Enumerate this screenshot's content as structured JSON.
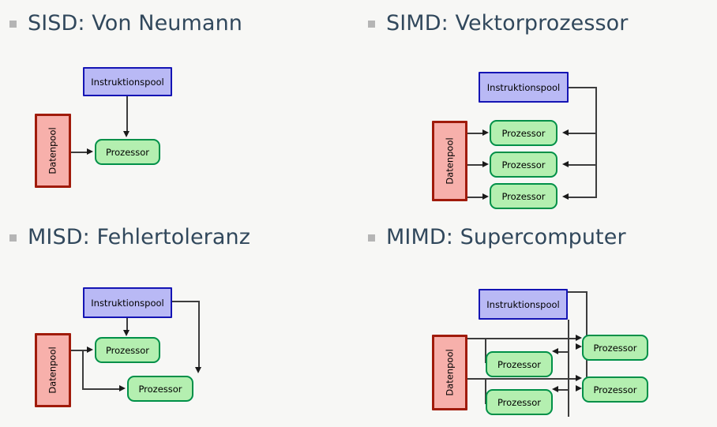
{
  "slide": {
    "background_color": "#f7f7f5",
    "bullet_color": "#b5b5b5",
    "heading_color": "#31485c",
    "palette": {
      "instruction_fill": "#b9b9f5",
      "instruction_border": "#1414b4",
      "data_fill": "#f7b0ab",
      "data_border": "#a01b0b",
      "processor_fill": "#b4efb0",
      "processor_border": "#009048",
      "connector": "#3d3d3d"
    }
  },
  "quadrants": [
    {
      "id": "sisd",
      "heading": "SISD: Von Neumann",
      "instruction_pool_label": "Instruktionspool",
      "data_pool_label": "Datenpool",
      "processors": [
        {
          "label": "Prozessor"
        }
      ]
    },
    {
      "id": "simd",
      "heading": "SIMD: Vektorprozessor",
      "instruction_pool_label": "Instruktionspool",
      "data_pool_label": "Datenpool",
      "processors": [
        {
          "label": "Prozessor"
        },
        {
          "label": "Prozessor"
        },
        {
          "label": "Prozessor"
        }
      ]
    },
    {
      "id": "misd",
      "heading": "MISD: Fehlertoleranz",
      "instruction_pool_label": "Instruktionspool",
      "data_pool_label": "Datenpool",
      "processors": [
        {
          "label": "Prozessor"
        },
        {
          "label": "Prozessor"
        }
      ]
    },
    {
      "id": "mimd",
      "heading": "MIMD: Supercomputer",
      "instruction_pool_label": "Instruktionspool",
      "data_pool_label": "Datenpool",
      "processors": [
        {
          "label": "Prozessor"
        },
        {
          "label": "Prozessor"
        },
        {
          "label": "Prozessor"
        },
        {
          "label": "Prozessor"
        }
      ]
    }
  ]
}
